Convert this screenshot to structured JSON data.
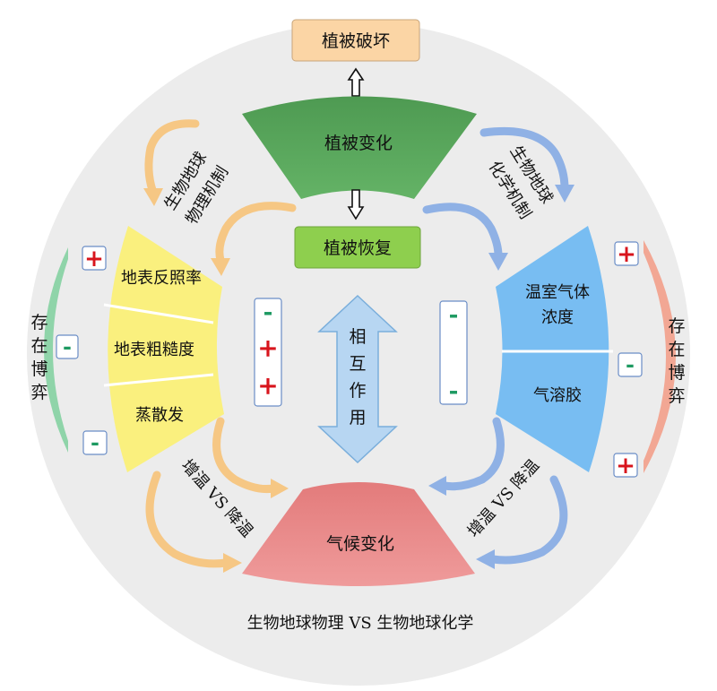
{
  "top_box": "植被破坏",
  "green_sector": "植被变化",
  "recovery_box": "植被恢复",
  "red_sector": "气候变化",
  "yellow_items": [
    "地表反照率",
    "地表粗糙度",
    "蒸散发"
  ],
  "blue_items": [
    [
      "温室气体",
      "浓度"
    ],
    "气溶胶"
  ],
  "left_mechanism": [
    "生物地球",
    "物理机制"
  ],
  "right_mechanism": [
    "生物地球",
    "化学机制"
  ],
  "left_warming": "增温 VS 降温",
  "right_warming": "增温 VS 降温",
  "interaction_chars": [
    "相",
    "互",
    "作",
    "用"
  ],
  "game_chars": [
    "存",
    "在",
    "博",
    "弈"
  ],
  "bottom_caption": "生物地球物理 VS 生物地球化学",
  "signs": {
    "left_outer": [
      "+",
      "-",
      "-"
    ],
    "right_outer": [
      "+",
      "-",
      "+"
    ],
    "left_inner": [
      "-",
      "+",
      "+"
    ],
    "right_inner": [
      "-",
      "-"
    ]
  },
  "colors": {
    "circle": "#ececec",
    "top_box": "#fbd5a5",
    "green_sector": "#56a35a",
    "recovery_box": "#8ecf4e",
    "yellow_sector": "#faf07e",
    "blue_sector": "#78bdf2",
    "red_sector": "#e98a8a",
    "orange_arrow": "#f6c784",
    "blue_arrow": "#8fb1e5",
    "interaction_arrow": "#b7d6f2",
    "green_bracket": "#8fd4a9",
    "red_bracket": "#f2a794",
    "plus": "#d8141c",
    "minus": "#1e9a62"
  }
}
